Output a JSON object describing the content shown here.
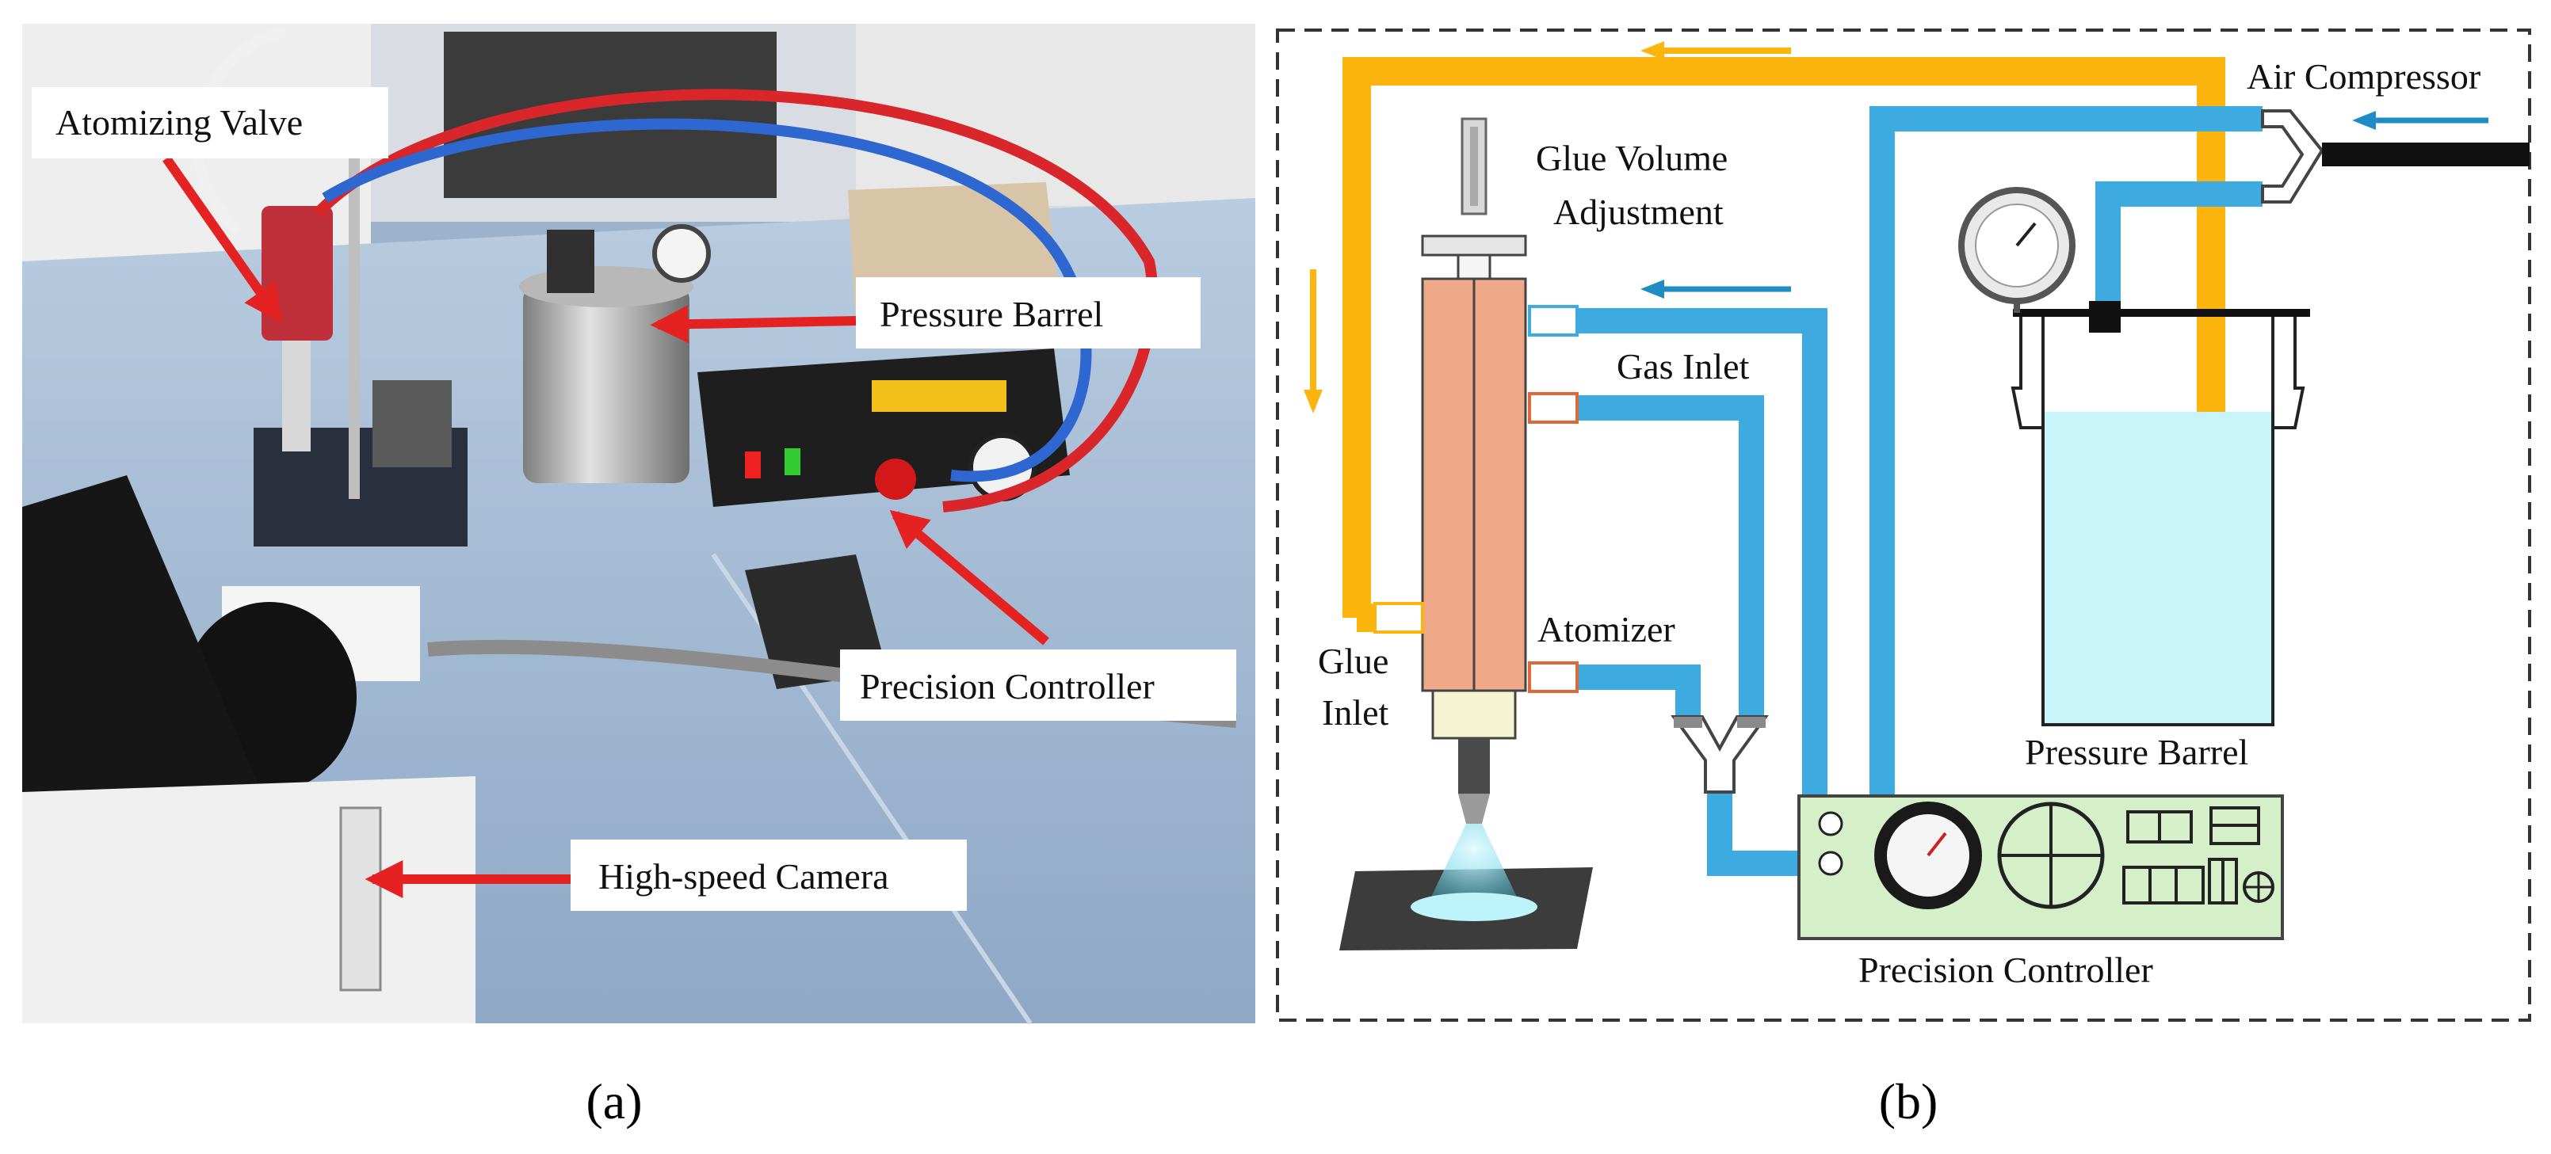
{
  "panel_a": {
    "labels": {
      "atomizing_valve": "Atomizing Valve",
      "pressure_barrel": "Pressure Barrel",
      "precision_controller": "Precision Controller",
      "high_speed_camera": "High-speed Camera"
    },
    "caption": "(a)"
  },
  "panel_b": {
    "labels": {
      "air_compressor": "Air Compressor",
      "glue_volume_line1": "Glue Volume",
      "glue_volume_line2": "Adjustment",
      "gas_inlet": "Gas Inlet",
      "atomizer": "Atomizer",
      "glue_inlet_line1": "Glue",
      "glue_inlet_line2": "Inlet",
      "pressure_barrel": "Pressure Barrel",
      "precision_controller": "Precision Controller"
    },
    "caption": "(b)"
  },
  "colors": {
    "glue_line": "#fbb50e",
    "air_line": "#3eabe0",
    "valve_body": "#f0a988",
    "liquid": "#c8f5f8",
    "controller_panel": "#d5f0c9",
    "callout_arrow": "#e52222"
  }
}
